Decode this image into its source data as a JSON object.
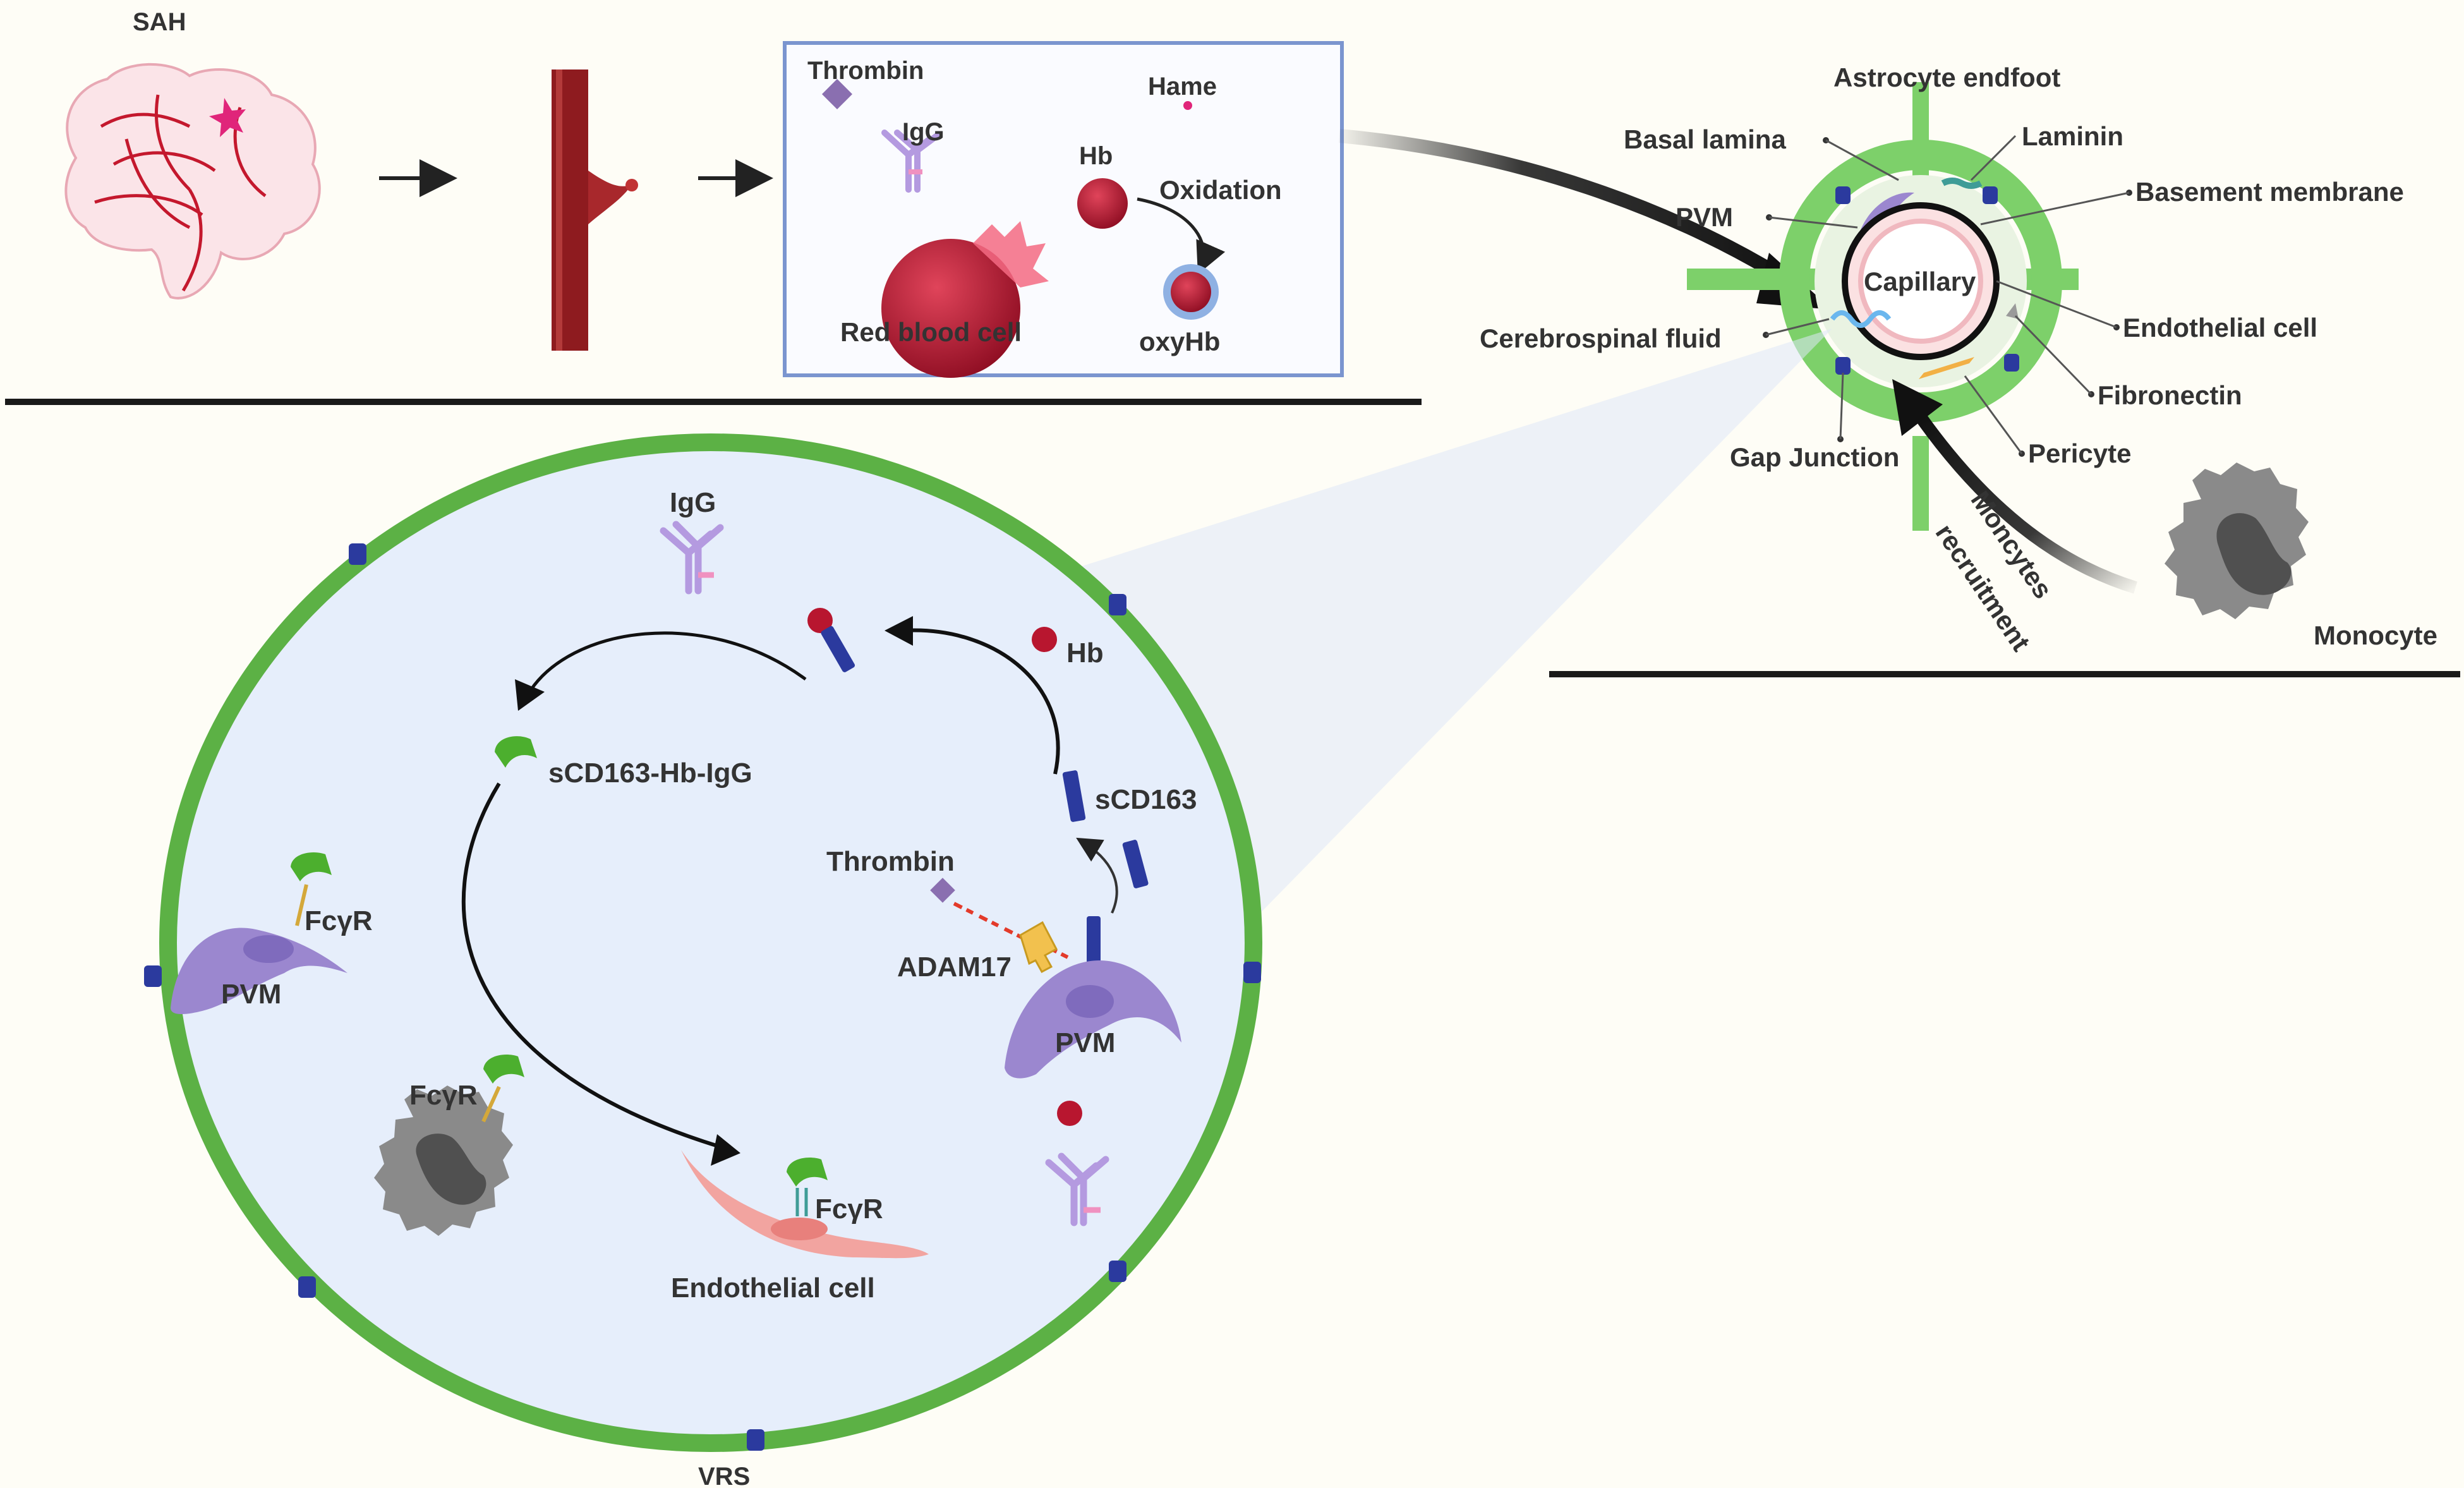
{
  "top": {
    "sah_label": "SAH",
    "panel": {
      "thrombin": "Thrombin",
      "hame": "Hame",
      "igg": "IgG",
      "hb": "Hb",
      "oxidation": "Oxidation",
      "rbc": "Red blood cell",
      "oxyhb": "oxyHb"
    }
  },
  "capillary": {
    "astrocyte_endfoot": "Astrocyte endfoot",
    "basal_lamina": "Basal lamina",
    "laminin": "Laminin",
    "basement_membrane": "Basement  membrane",
    "pvm": "PVM",
    "capillary": "Capillary",
    "endothelial_cell": "Endothelial cell",
    "csf": "Cerebrospinal fluid",
    "fibronectin": "Fibronectin",
    "gap_junction": "Gap Junction",
    "pericyte": "Pericyte",
    "monocyte": "Monocyte",
    "recruitment_line1": "Moncytes",
    "recruitment_line2": "recruitment"
  },
  "vrs": {
    "label": "VRS",
    "igg": "IgG",
    "hb": "Hb",
    "complex": "sCD163-Hb-IgG",
    "scd163": "sCD163",
    "thrombin": "Thrombin",
    "adam17": "ADAM17",
    "fcgr_left": "FcγR",
    "pvm_left": "PVM",
    "pvm_right": "PVM",
    "fcgr_monocyte": "FcγR",
    "fcgr_endo": "FcγR",
    "endothelial": "Endothelial cell"
  },
  "colors": {
    "membrane_green": "#5cb145",
    "vrs_fill": "#e6eefb",
    "pvm_purple": "#9b87cf",
    "rbc_red": "#b8162f",
    "scd163_blue": "#2b3a9e",
    "monocyte_gray": "#6e6e6e",
    "endothelial_pink": "#f2a4a0"
  }
}
